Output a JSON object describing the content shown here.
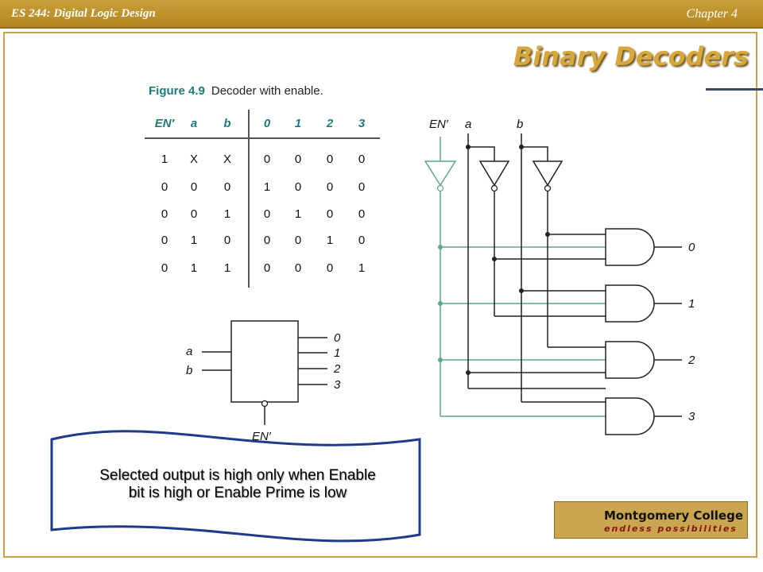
{
  "header": {
    "course": "ES 244: Digital Logic Design",
    "chapter": "Chapter 4"
  },
  "slide": {
    "title": "Binary Decoders"
  },
  "figure": {
    "number": "Figure 4.9",
    "caption": "Decoder with enable."
  },
  "truth_table": {
    "headers": [
      "EN′",
      "a",
      "b",
      "0",
      "1",
      "2",
      "3"
    ],
    "rows": [
      [
        "1",
        "X",
        "X",
        "0",
        "0",
        "0",
        "0"
      ],
      [
        "0",
        "0",
        "0",
        "1",
        "0",
        "0",
        "0"
      ],
      [
        "0",
        "0",
        "1",
        "0",
        "1",
        "0",
        "0"
      ],
      [
        "0",
        "1",
        "0",
        "0",
        "0",
        "1",
        "0"
      ],
      [
        "0",
        "1",
        "1",
        "0",
        "0",
        "0",
        "1"
      ]
    ]
  },
  "block_diagram": {
    "inputs": [
      "a",
      "b"
    ],
    "outputs": [
      "0",
      "1",
      "2",
      "3"
    ],
    "enable": "EN′"
  },
  "circuit": {
    "inputs": [
      "EN′",
      "a",
      "b"
    ],
    "outputs": [
      "0",
      "1",
      "2",
      "3"
    ]
  },
  "callout": {
    "line1": "Selected output is high only when Enable",
    "line2": "bit is high or Enable Prime is low"
  },
  "logo": {
    "name": "Montgomery College",
    "tagline": "endless possibilities"
  },
  "colors": {
    "header_gold": "#b4861f",
    "title_gold": "#d6a73a",
    "wire_green": "#5fa886",
    "callout_border": "#1f3a8a"
  }
}
